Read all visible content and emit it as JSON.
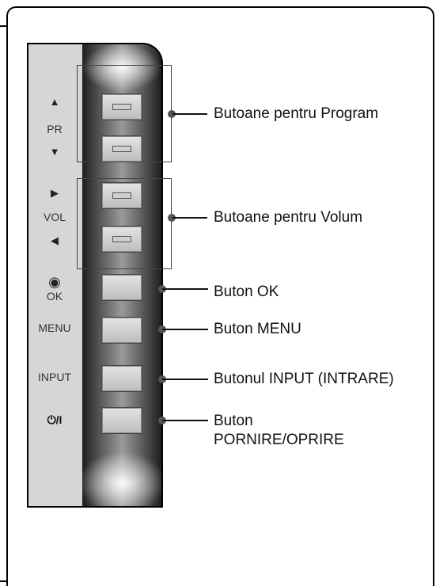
{
  "panel_labels": {
    "pr": "PR",
    "vol": "VOL",
    "ok": "OK",
    "menu": "MENU",
    "input": "INPUT",
    "power": "/I"
  },
  "icons": [
    "triangle-up-icon",
    "triangle-down-icon",
    "triangle-right-icon",
    "triangle-left-icon",
    "ok-circle-icon",
    "power-icon"
  ],
  "callouts": {
    "program": "Butoane pentru Program",
    "volume": "Butoane pentru Volum",
    "ok": "Buton OK",
    "menu": "Buton MENU",
    "input": "Butonul INPUT (INTRARE)",
    "power_line1": "Buton",
    "power_line2": "PORNIRE/OPRIRE"
  }
}
